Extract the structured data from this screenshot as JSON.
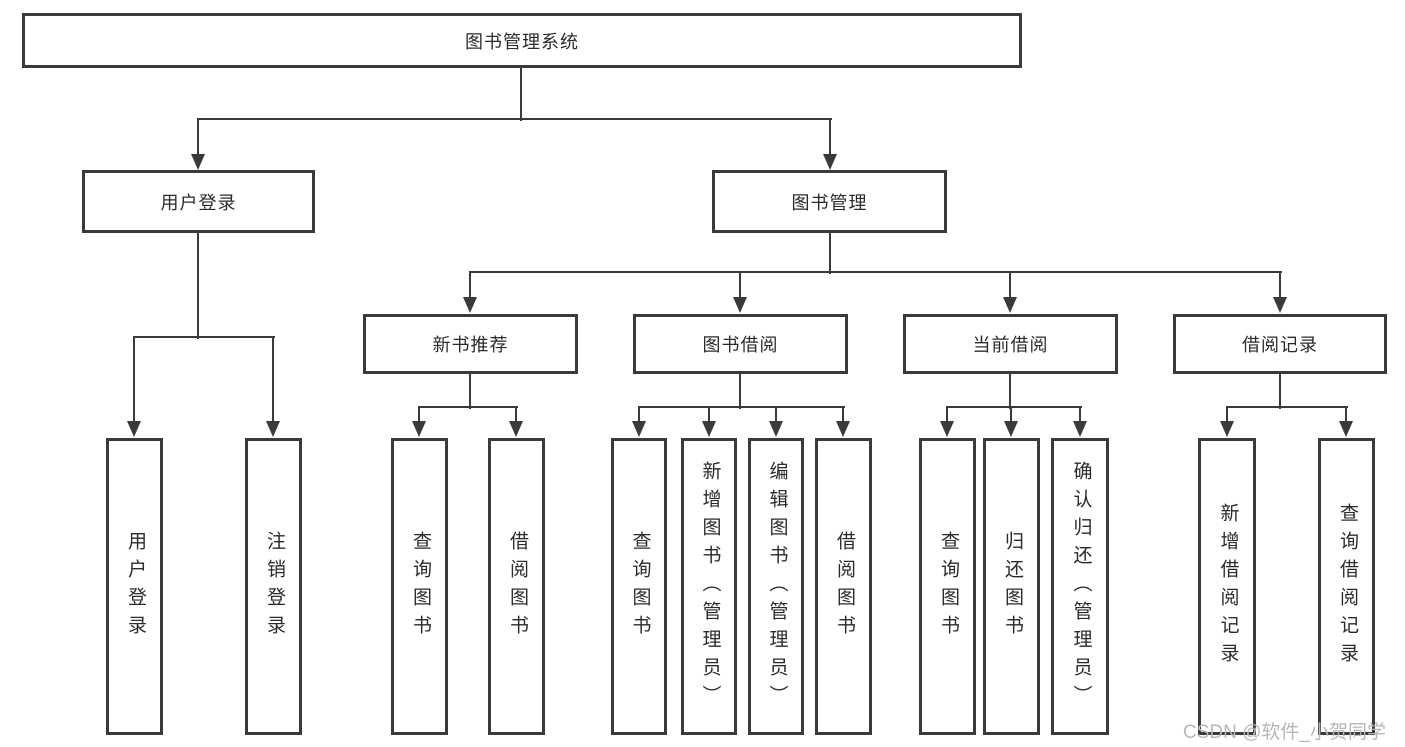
{
  "diagram": {
    "watermark": "CSDN @软件_小贺同学",
    "colors": {
      "line": "#3a3a3a",
      "text": "#2b2b2b",
      "watermark": "#b7b7b7",
      "background": "#ffffff"
    },
    "tree": {
      "label": "图书管理系统",
      "children": [
        {
          "label": "用户登录",
          "children": [
            {
              "label": "用户登录"
            },
            {
              "label": "注销登录"
            }
          ]
        },
        {
          "label": "图书管理",
          "children": [
            {
              "label": "新书推荐",
              "children": [
                {
                  "label": "查询图书"
                },
                {
                  "label": "借阅图书"
                }
              ]
            },
            {
              "label": "图书借阅",
              "children": [
                {
                  "label": "查询图书"
                },
                {
                  "label": "新增图书（管理员）"
                },
                {
                  "label": "编辑图书（管理员）"
                },
                {
                  "label": "借阅图书"
                }
              ]
            },
            {
              "label": "当前借阅",
              "children": [
                {
                  "label": "查询图书"
                },
                {
                  "label": "归还图书"
                },
                {
                  "label": "确认归还（管理员）"
                }
              ]
            },
            {
              "label": "借阅记录",
              "children": [
                {
                  "label": "新增借阅记录"
                },
                {
                  "label": "查询借阅记录"
                }
              ]
            }
          ]
        }
      ]
    }
  }
}
